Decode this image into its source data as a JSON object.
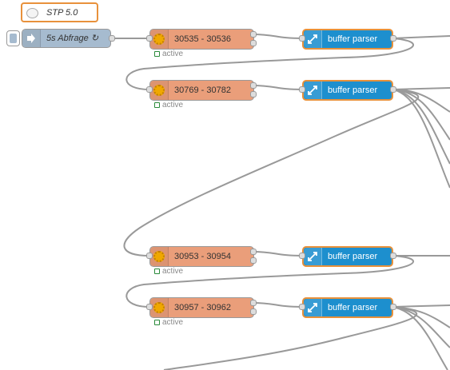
{
  "flow": {
    "comment": {
      "label": "STP 5.0",
      "icon": "comment-icon"
    },
    "inject": {
      "label": "5s Abfrage ↻",
      "icon": "inject-arrow-icon",
      "color": "#a6bbcf"
    },
    "modbus_nodes": [
      {
        "label": "30535 - 30536",
        "status": "active",
        "icon": "modbus-gear-icon"
      },
      {
        "label": "30769 - 30782",
        "status": "active",
        "icon": "modbus-gear-icon"
      },
      {
        "label": "30953 - 30954",
        "status": "active",
        "icon": "modbus-gear-icon"
      },
      {
        "label": "30957 - 30962",
        "status": "active",
        "icon": "modbus-gear-icon"
      }
    ],
    "parser_nodes": [
      {
        "label": "buffer parser",
        "icon": "expand-arrows-icon"
      },
      {
        "label": "buffer parser",
        "icon": "expand-arrows-icon"
      },
      {
        "label": "buffer parser",
        "icon": "expand-arrows-icon"
      },
      {
        "label": "buffer parser",
        "icon": "expand-arrows-icon"
      }
    ],
    "colors": {
      "modbus": "#ea9e7a",
      "parser": "#1d8fce",
      "selection": "#e8913b",
      "wire": "#999999",
      "status_ok": "#2a8a3a"
    }
  }
}
